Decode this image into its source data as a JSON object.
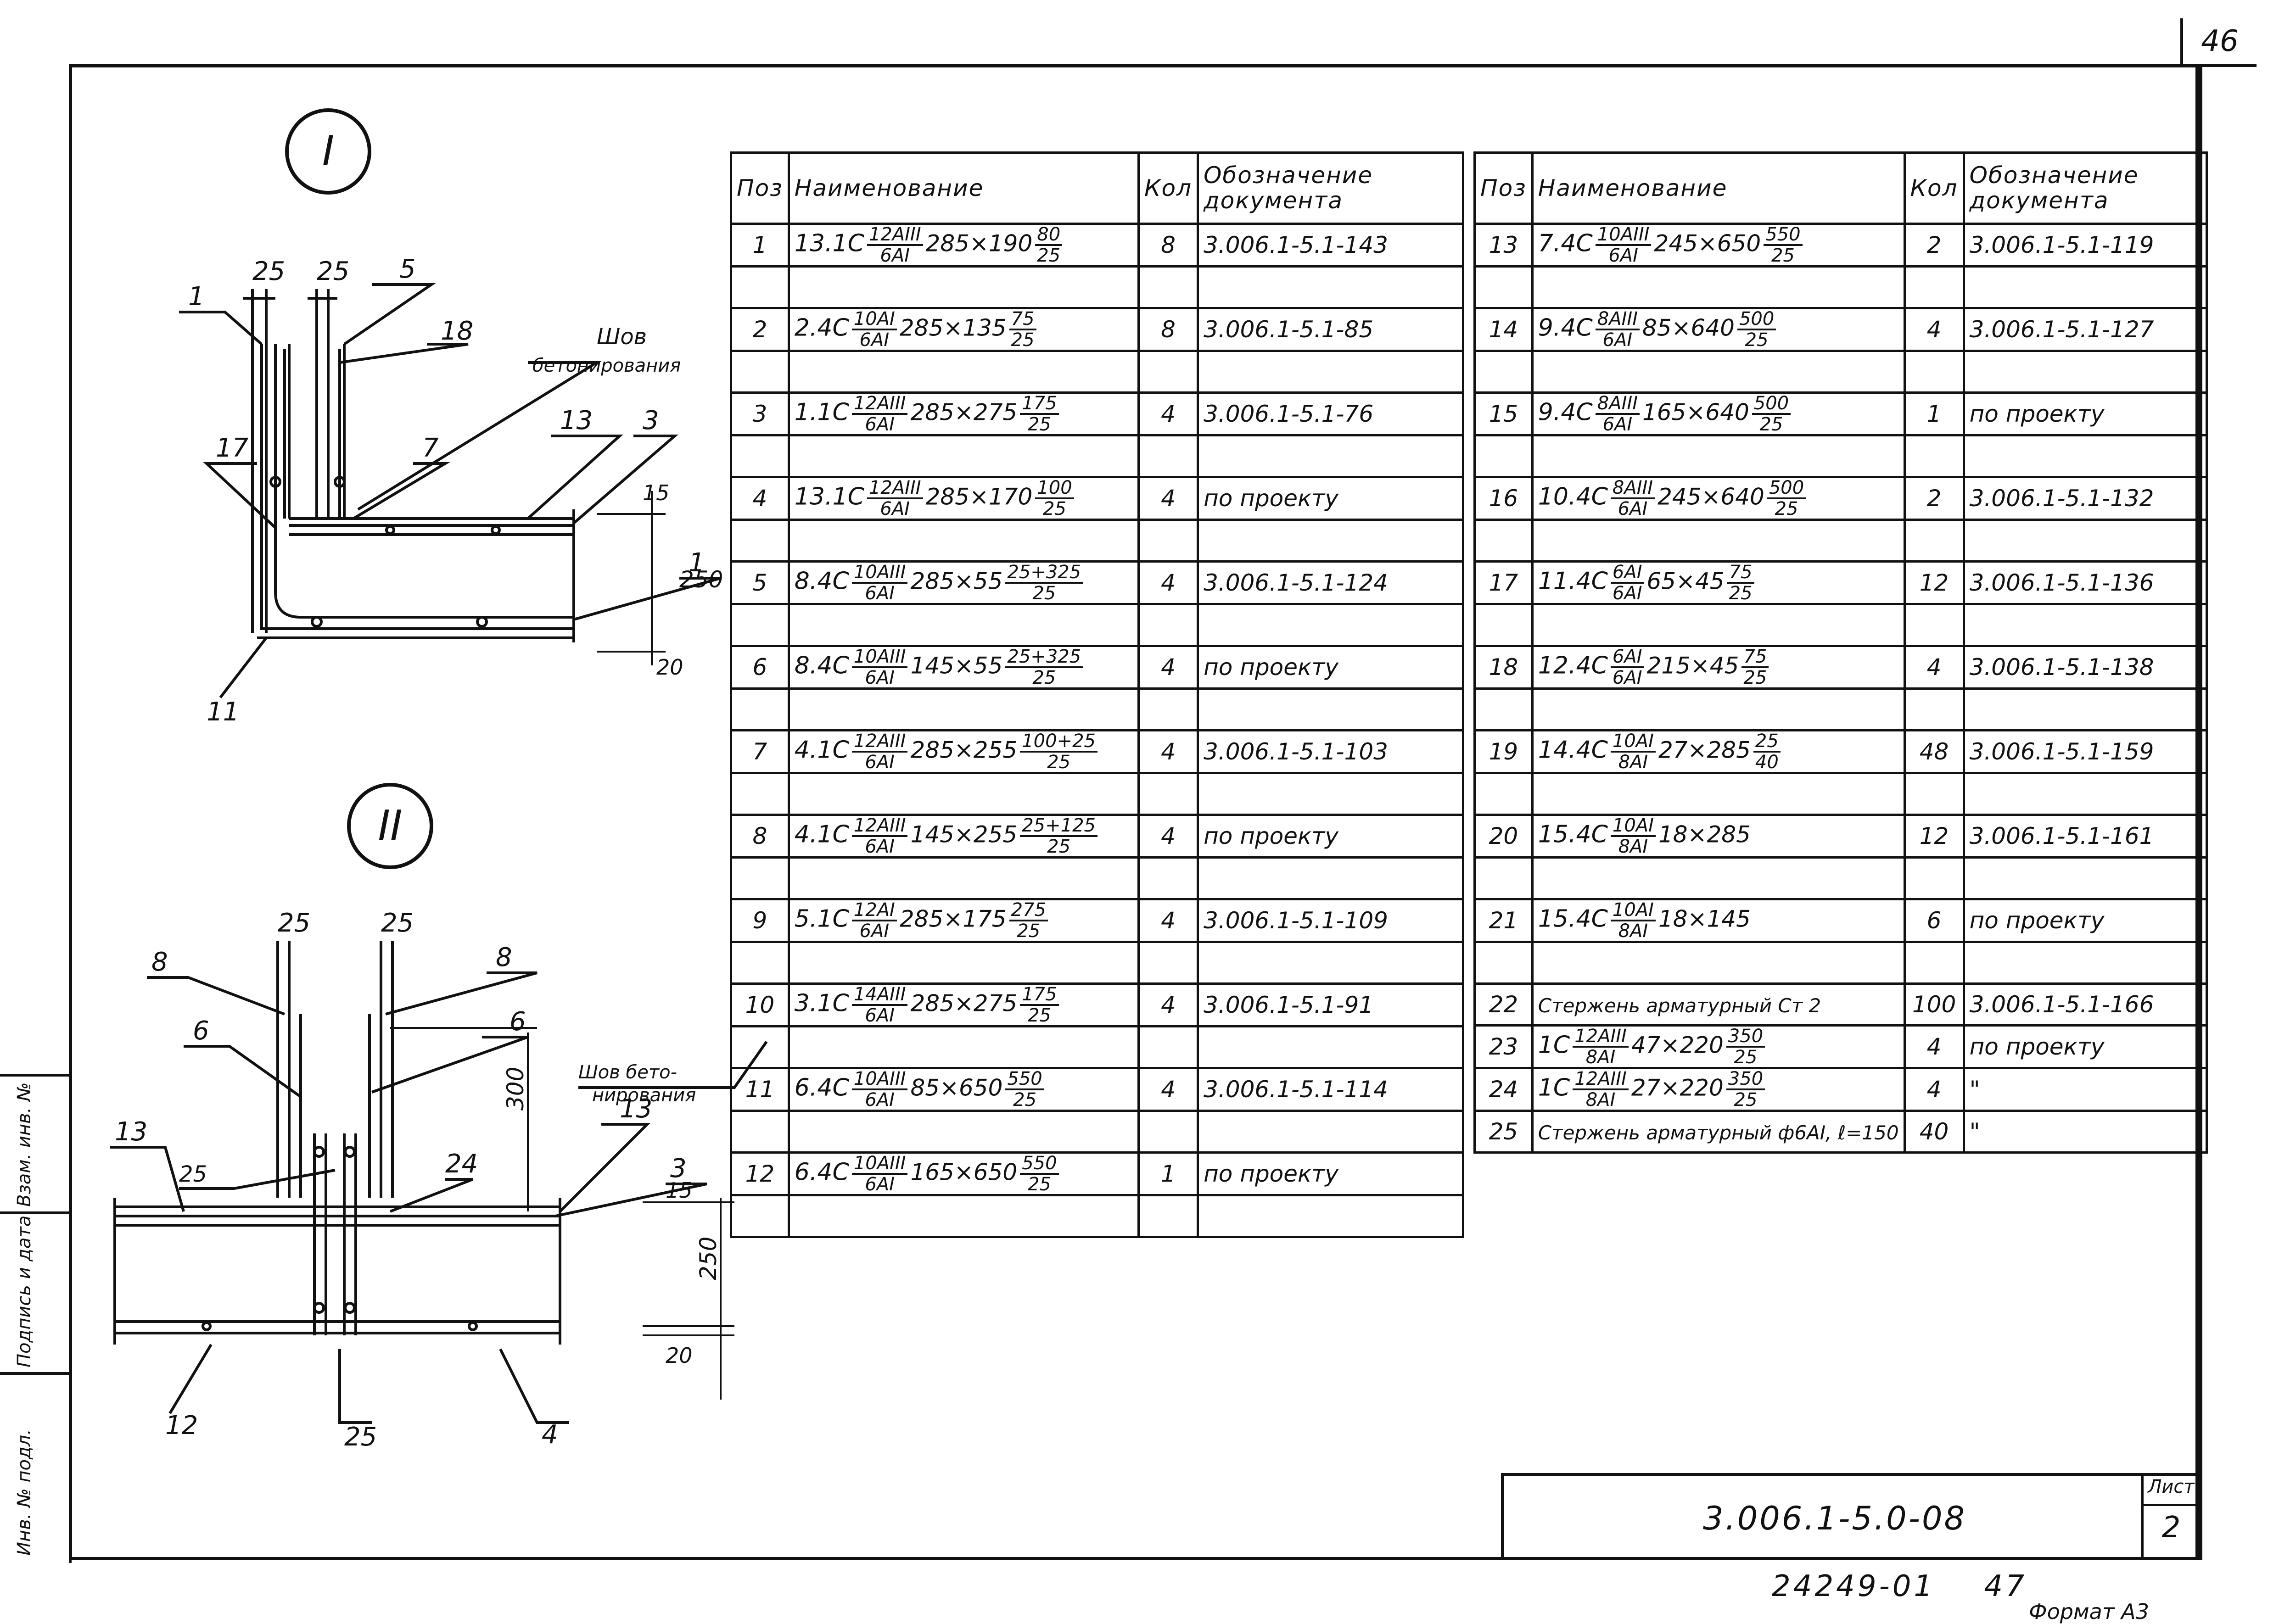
{
  "sheet_top_number": "46",
  "section_marks": {
    "one": "I",
    "two": "II"
  },
  "detail_one": {
    "seam_label_1": "Шов",
    "seam_label_2": "бетонирования",
    "dims": {
      "a": "25",
      "b": "25",
      "c": "15",
      "d": "250",
      "e": "20"
    },
    "callouts": [
      "1",
      "5",
      "18",
      "13",
      "3",
      "17",
      "7",
      "1",
      "11"
    ]
  },
  "detail_two": {
    "seam_label_1": "Шов бето-",
    "seam_label_2": "нирования",
    "dims": {
      "a": "25",
      "b": "25",
      "c": "300",
      "d": "25",
      "e": "15",
      "f": "250",
      "g": "20"
    },
    "callouts": [
      "8",
      "8",
      "6",
      "6",
      "13",
      "13",
      "3",
      "24",
      "12",
      "25",
      "4"
    ]
  },
  "spec_headers": {
    "pos": "Поз",
    "name": "Наименование",
    "qty": "Кол",
    "doc": "Обозначение документа"
  },
  "spec_left": [
    {
      "pos": "1",
      "pre": "13.1С",
      "num": "12AIII",
      "den": "6AI",
      "mid": "285×190",
      "num2": "80",
      "den2": "25",
      "qty": "8",
      "doc": "3.006.1-5.1-143"
    },
    {
      "pos": "2",
      "pre": "2.4С",
      "num": "10AI",
      "den": "6AI",
      "mid": "285×135",
      "num2": "75",
      "den2": "25",
      "qty": "8",
      "doc": "3.006.1-5.1-85"
    },
    {
      "pos": "3",
      "pre": "1.1С",
      "num": "12AIII",
      "den": "6AI",
      "mid": "285×275",
      "num2": "175",
      "den2": "25",
      "qty": "4",
      "doc": "3.006.1-5.1-76"
    },
    {
      "pos": "4",
      "pre": "13.1С",
      "num": "12AIII",
      "den": "6AI",
      "mid": "285×170",
      "num2": "100",
      "den2": "25",
      "qty": "4",
      "doc": "по проекту"
    },
    {
      "pos": "5",
      "pre": "8.4С",
      "num": "10AIII",
      "den": "6AI",
      "mid": "285×55",
      "num2": "25+325",
      "den2": "25",
      "qty": "4",
      "doc": "3.006.1-5.1-124"
    },
    {
      "pos": "6",
      "pre": "8.4С",
      "num": "10AIII",
      "den": "6AI",
      "mid": "145×55",
      "num2": "25+325",
      "den2": "25",
      "qty": "4",
      "doc": "по проекту"
    },
    {
      "pos": "7",
      "pre": "4.1С",
      "num": "12AIII",
      "den": "6AI",
      "mid": "285×255",
      "num2": "100+25",
      "den2": "25",
      "qty": "4",
      "doc": "3.006.1-5.1-103"
    },
    {
      "pos": "8",
      "pre": "4.1С",
      "num": "12AIII",
      "den": "6AI",
      "mid": "145×255",
      "num2": "25+125",
      "den2": "25",
      "qty": "4",
      "doc": "по проекту"
    },
    {
      "pos": "9",
      "pre": "5.1С",
      "num": "12AI",
      "den": "6AI",
      "mid": "285×175",
      "num2": "275",
      "den2": "25",
      "qty": "4",
      "doc": "3.006.1-5.1-109"
    },
    {
      "pos": "10",
      "pre": "3.1С",
      "num": "14AIII",
      "den": "6AI",
      "mid": "285×275",
      "num2": "175",
      "den2": "25",
      "qty": "4",
      "doc": "3.006.1-5.1-91"
    },
    {
      "pos": "11",
      "pre": "6.4С",
      "num": "10AIII",
      "den": "6AI",
      "mid": "85×650",
      "num2": "550",
      "den2": "25",
      "qty": "4",
      "doc": "3.006.1-5.1-114"
    },
    {
      "pos": "12",
      "pre": "6.4С",
      "num": "10AIII",
      "den": "6AI",
      "mid": "165×650",
      "num2": "550",
      "den2": "25",
      "qty": "1",
      "doc": "по проекту"
    }
  ],
  "spec_right": [
    {
      "pos": "13",
      "pre": "7.4С",
      "num": "10AIII",
      "den": "6AI",
      "mid": "245×650",
      "num2": "550",
      "den2": "25",
      "qty": "2",
      "doc": "3.006.1-5.1-119"
    },
    {
      "pos": "14",
      "pre": "9.4С",
      "num": "8AIII",
      "den": "6AI",
      "mid": "85×640",
      "num2": "500",
      "den2": "25",
      "qty": "4",
      "doc": "3.006.1-5.1-127"
    },
    {
      "pos": "15",
      "pre": "9.4С",
      "num": "8AIII",
      "den": "6AI",
      "mid": "165×640",
      "num2": "500",
      "den2": "25",
      "qty": "1",
      "doc": "по проекту"
    },
    {
      "pos": "16",
      "pre": "10.4С",
      "num": "8AIII",
      "den": "6AI",
      "mid": "245×640",
      "num2": "500",
      "den2": "25",
      "qty": "2",
      "doc": "3.006.1-5.1-132"
    },
    {
      "pos": "17",
      "pre": "11.4С",
      "num": "6AI",
      "den": "6AI",
      "mid": "65×45",
      "num2": "75",
      "den2": "25",
      "qty": "12",
      "doc": "3.006.1-5.1-136"
    },
    {
      "pos": "18",
      "pre": "12.4С",
      "num": "6AI",
      "den": "6AI",
      "mid": "215×45",
      "num2": "75",
      "den2": "25",
      "qty": "4",
      "doc": "3.006.1-5.1-138"
    },
    {
      "pos": "19",
      "pre": "14.4С",
      "num": "10AI",
      "den": "8AI",
      "mid": "27×285",
      "num2": "25",
      "den2": "40",
      "qty": "48",
      "doc": "3.006.1-5.1-159"
    },
    {
      "pos": "20",
      "pre": "15.4С",
      "num": "10AI",
      "den": "8AI",
      "mid": "18×285",
      "num2": "",
      "den2": "",
      "qty": "12",
      "doc": "3.006.1-5.1-161"
    },
    {
      "pos": "21",
      "pre": "15.4С",
      "num": "10AI",
      "den": "8AI",
      "mid": "18×145",
      "num2": "",
      "den2": "",
      "qty": "6",
      "doc": "по проекту"
    }
  ],
  "spec_right_extra": [
    {
      "pos": "22",
      "text": "Стержень арматурный Ст 2",
      "qty": "100",
      "doc": "3.006.1-5.1-166"
    },
    {
      "pos": "23",
      "pre": "1С",
      "num": "12AIII",
      "den": "8AI",
      "mid": "47×220",
      "num2": "350",
      "den2": "25",
      "qty": "4",
      "doc": "по проекту"
    },
    {
      "pos": "24",
      "pre": "1С",
      "num": "12AIII",
      "den": "8AI",
      "mid": "27×220",
      "num2": "350",
      "den2": "25",
      "qty": "4",
      "doc": "\""
    },
    {
      "pos": "25",
      "text": "Стержень арматурный ф6AI, ℓ=150",
      "qty": "40",
      "doc": "\""
    }
  ],
  "title_block": {
    "code": "3.006.1-5.0-08",
    "sheet_label": "Лист",
    "sheet_num": "2"
  },
  "footer": {
    "inventory": "24249-01",
    "page": "47",
    "format": "Формат А3"
  },
  "left_stamp": {
    "a": "Инв. № подл.",
    "b": "Подпись и дата",
    "c": "Взам. инв. №"
  }
}
